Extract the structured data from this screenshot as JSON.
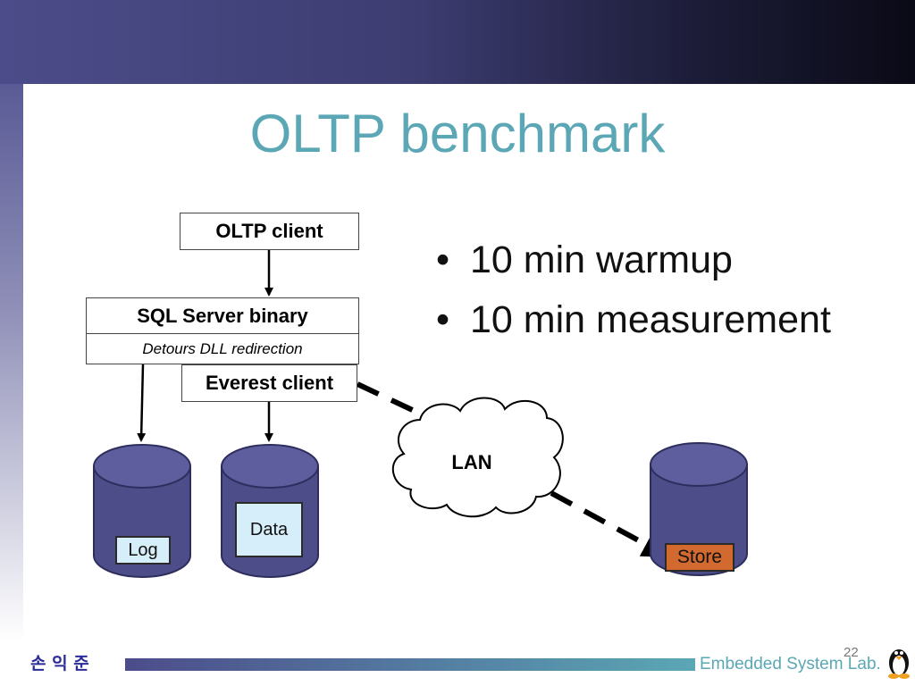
{
  "slide": {
    "title": "OLTP benchmark",
    "page_number": "22"
  },
  "bullets": [
    "10 min warmup",
    "10 min measurement"
  ],
  "diagram": {
    "oltp_client": "OLTP client",
    "sql_server_binary": "SQL Server binary",
    "detours": "Detours DLL redirection",
    "everest_client": "Everest client",
    "lan": "LAN",
    "log": "Log",
    "data": "Data",
    "store": "Store"
  },
  "footer": {
    "author": "손 익 준",
    "lab": "Embedded System Lab."
  },
  "colors": {
    "title": "#5ba7b5",
    "cylinder_fill": "#4d4d8a",
    "store_fill": "#d2692f",
    "note_fill": "#d6eef9"
  }
}
